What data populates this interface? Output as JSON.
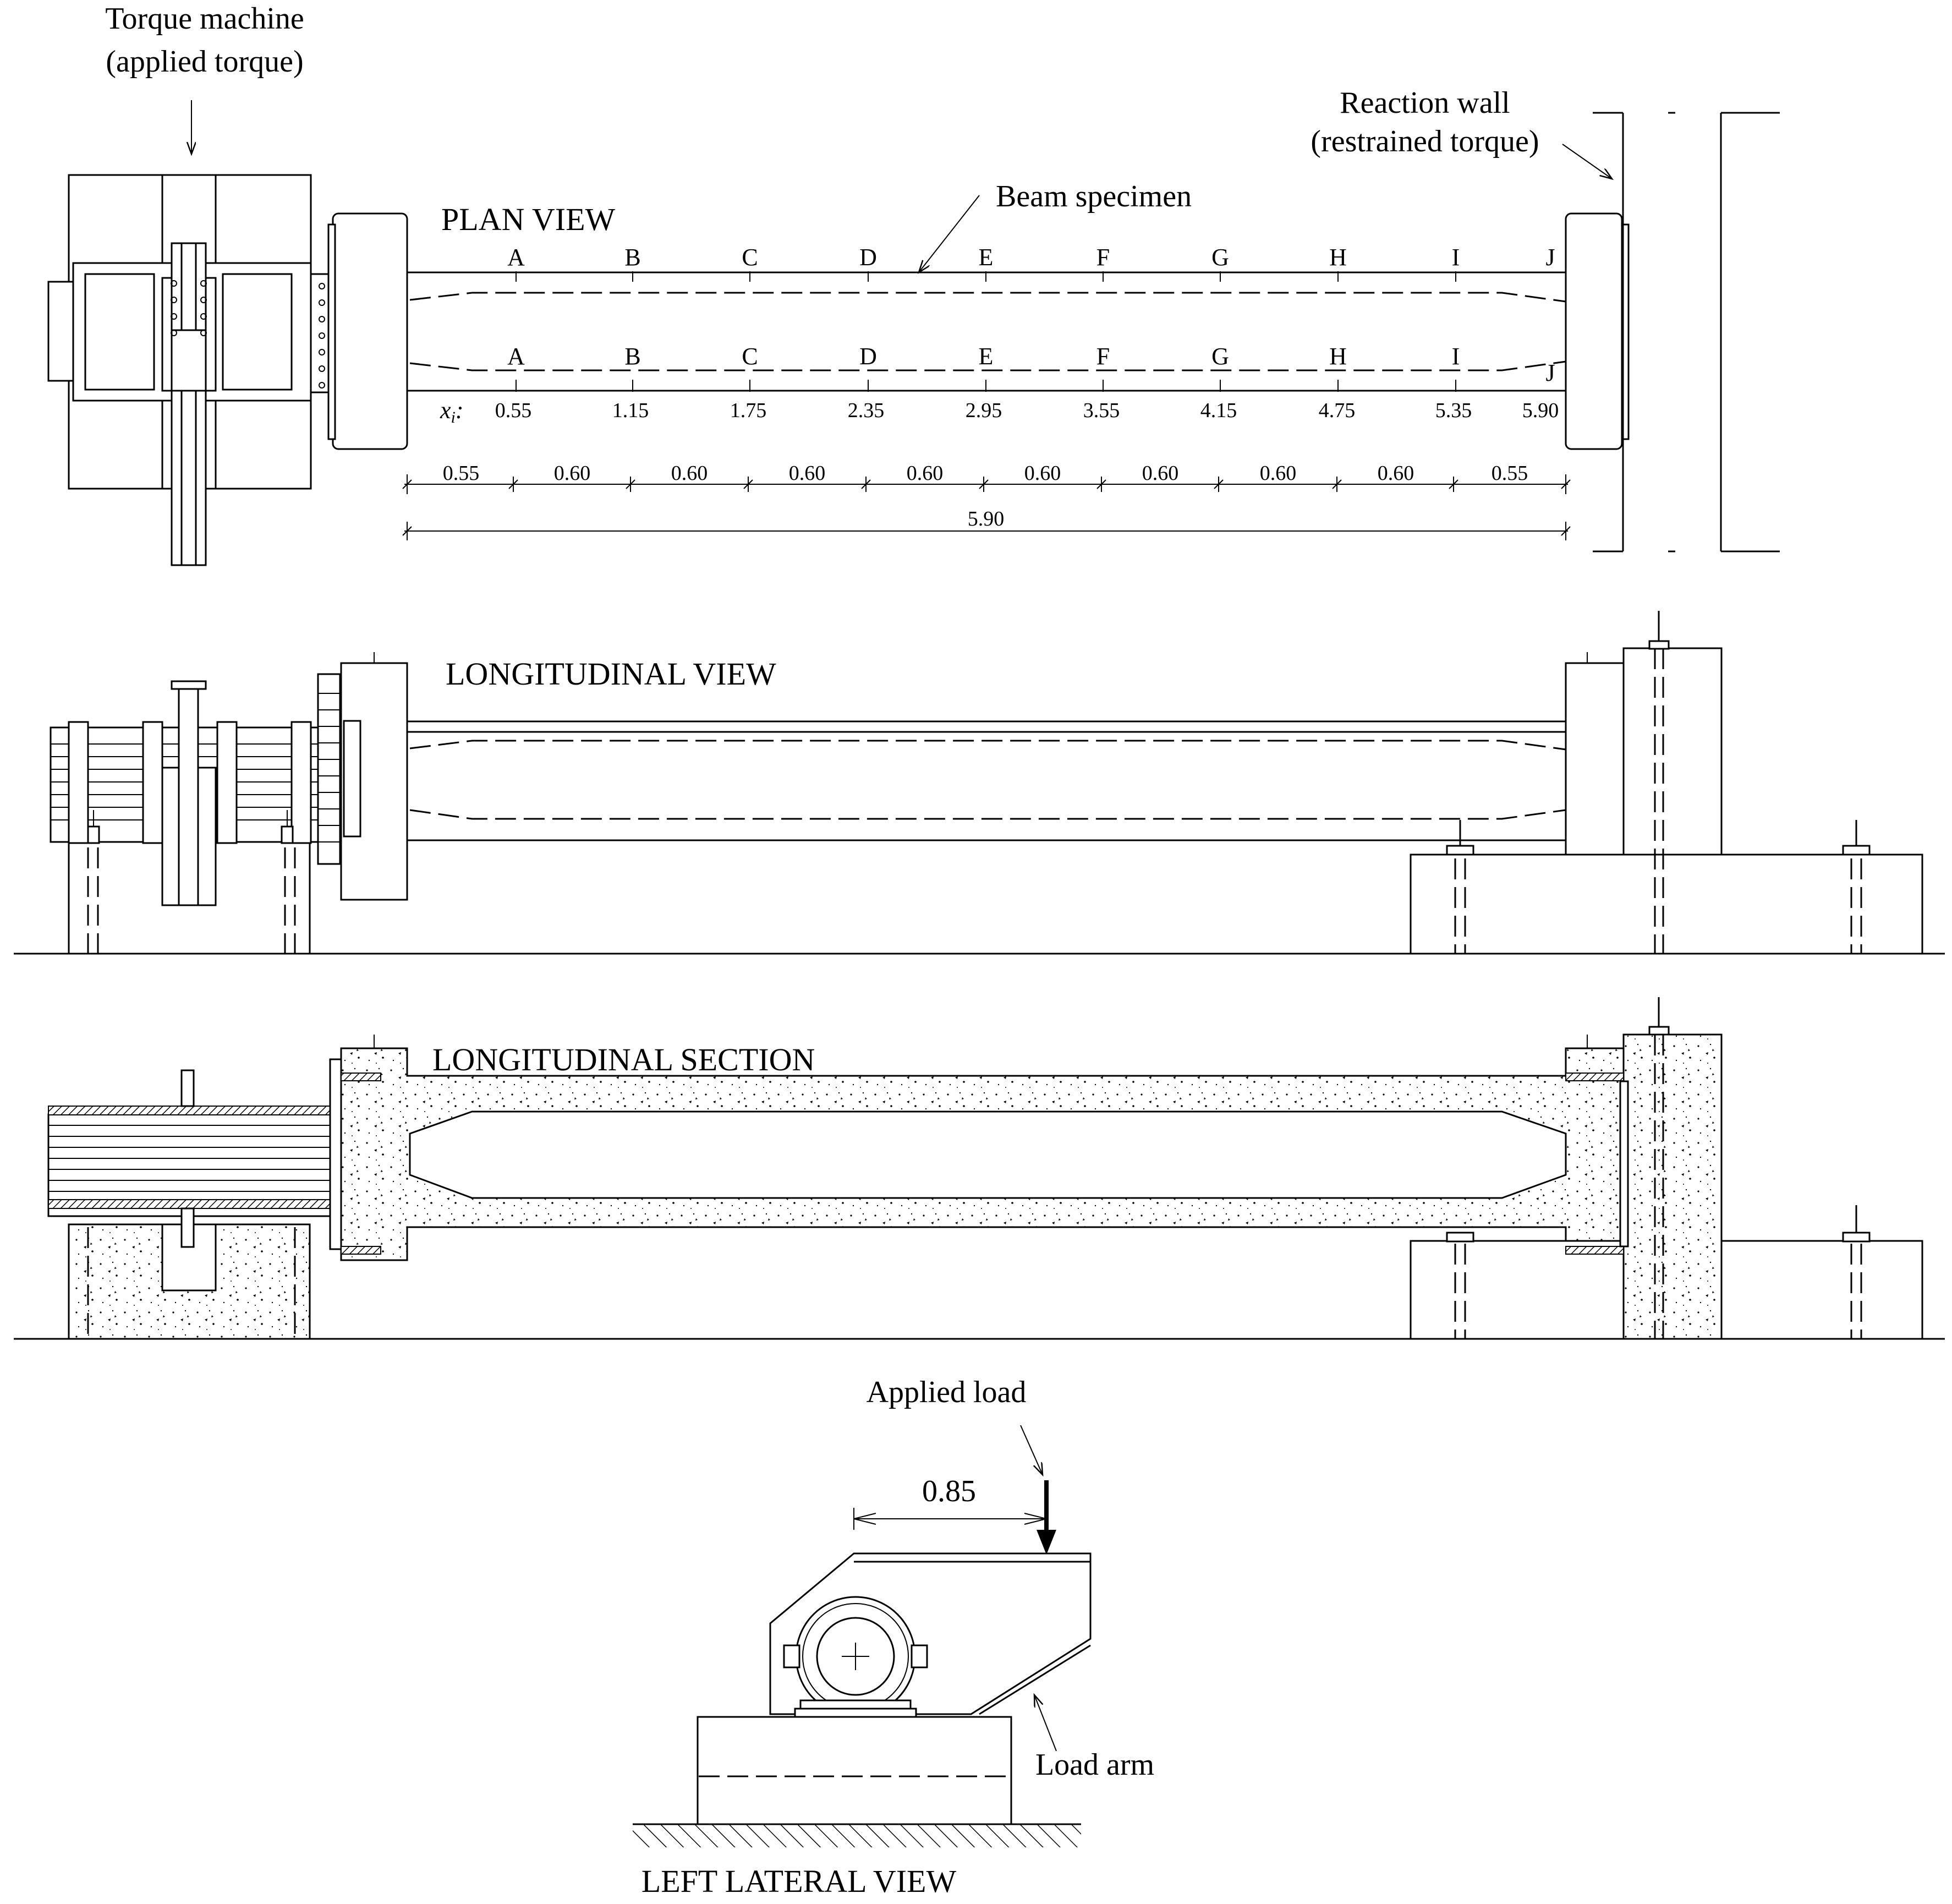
{
  "labels": {
    "torque_machine": "Torque machine",
    "applied_torque": "(applied torque)",
    "reaction_wall": "Reaction wall",
    "restrained_torque": "(restrained torque)",
    "beam_specimen": "Beam specimen",
    "plan_view": "PLAN VIEW",
    "longitudinal_view": "LONGITUDINAL VIEW",
    "longitudinal_section": "LONGITUDINAL SECTION",
    "applied_load": "Applied load",
    "load_arm": "Load arm",
    "left_lateral_view": "LEFT LATERAL VIEW",
    "xi_label": "x",
    "xi_subscript": "i",
    "xi_colon": ":"
  },
  "sections": [
    "A",
    "B",
    "C",
    "D",
    "E",
    "F",
    "G",
    "H",
    "I",
    "J"
  ],
  "section_positions": [
    "0.55",
    "1.15",
    "1.75",
    "2.35",
    "2.95",
    "3.55",
    "4.15",
    "4.75",
    "5.35",
    "5.90"
  ],
  "spacings": [
    "0.55",
    "0.60",
    "0.60",
    "0.60",
    "0.60",
    "0.60",
    "0.60",
    "0.60",
    "0.60",
    "0.55"
  ],
  "total_length": "5.90",
  "load_arm_length": "0.85"
}
